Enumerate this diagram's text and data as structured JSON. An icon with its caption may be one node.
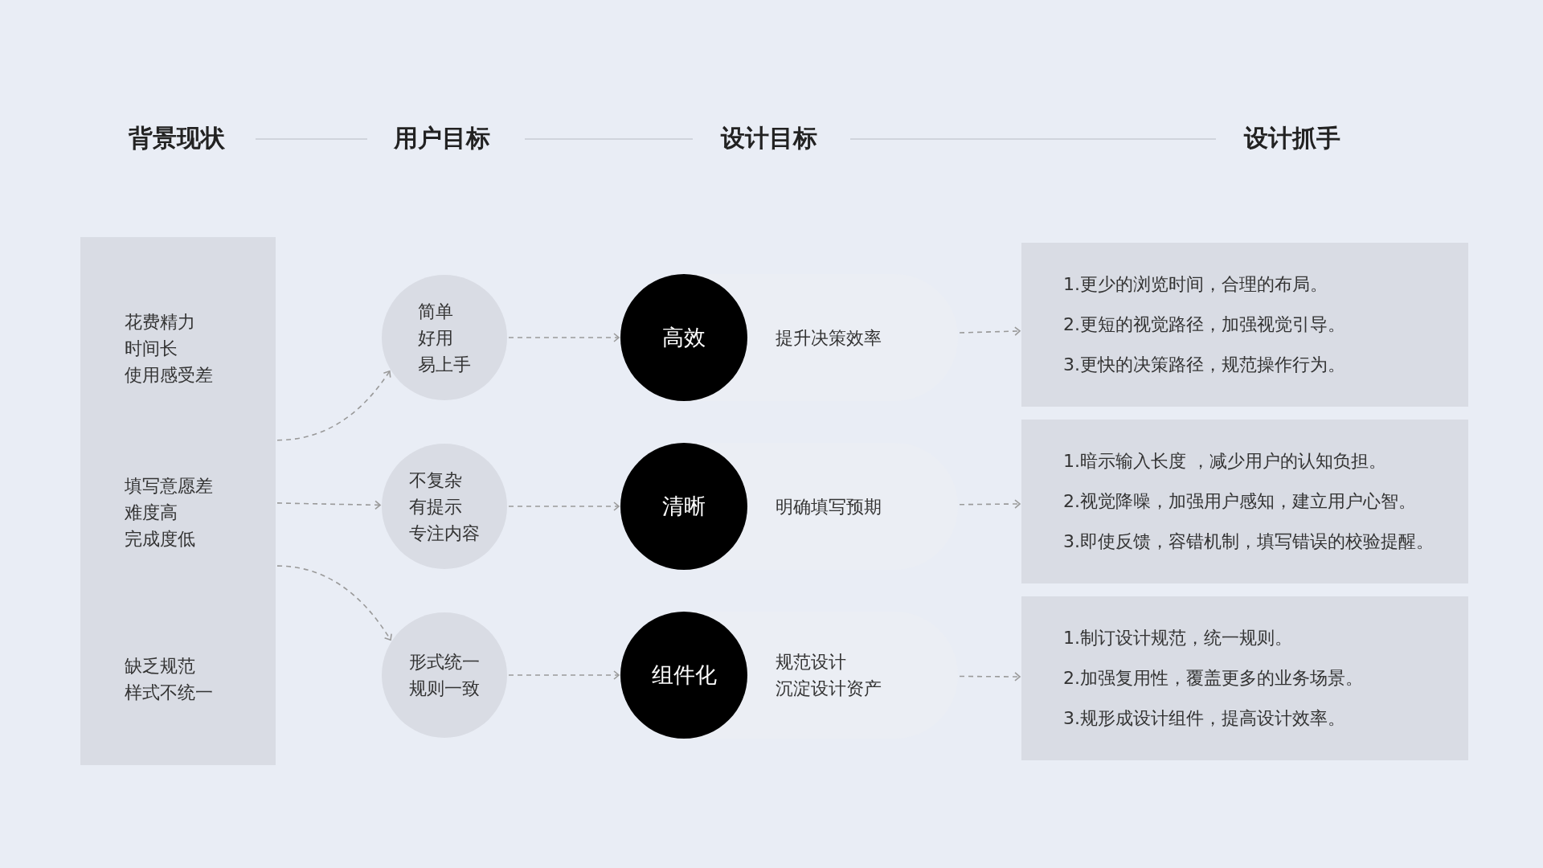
{
  "diagram": {
    "nodes": [
      {
        "text": [
          "花费精力时间长使用感受差",
          "填写意愿差难度高完成度低",
          "缺乏规范样式不统一"
        ]
      },
      {
        "text": [
          "简单好用易上手"
        ]
      },
      {
        "text": [
          "提升决策效率"
        ]
      },
      {
        "text": [
          "高效"
        ],
        "in": 2
      },
      {
        "text": [
          "1.更少的浏览时间，合理的布局。",
          "2.更短的视觉路径，加强视觉引导。",
          "3.更快的决策路径，规范操作行为。"
        ]
      },
      {
        "text": [
          "不复杂有提示专注内容"
        ]
      },
      {
        "text": [
          "明确填写预期"
        ]
      },
      {
        "text": [
          "清晰"
        ],
        "in": 6
      },
      {
        "text": [
          "1.暗示输入长度 ，减少用户的认知负担。",
          "2.视觉降噪，加强用户感知，建立用户心智。",
          "3.即使反馈，容错机制，填写错误的校验提醒。"
        ]
      },
      {
        "text": [
          "形式统一规则一致"
        ]
      },
      {
        "text": [
          "规范设计沉淀设计资产"
        ]
      },
      {
        "text": [
          "组件化"
        ],
        "in": 10
      },
      {
        "text": [
          "1.制订设计规范，统一规则。",
          "2.加强复用性，覆盖更多的业务场景。",
          "3.规形成设计组件，提高设计效率。"
        ]
      }
    ],
    "edges": [
      {
        "from": 0,
        "to": 1,
        "arrow": "to",
        "style": "dashed"
      },
      {
        "from": 0,
        "to": 5,
        "arrow": "to",
        "style": "dashed"
      },
      {
        "from": 0,
        "to": 9,
        "arrow": "to",
        "style": "dashed"
      },
      {
        "from": 1,
        "to": 3,
        "arrow": "to",
        "style": "dashed"
      },
      {
        "from": 2,
        "to": 4,
        "arrow": "to",
        "style": "dashed"
      },
      {
        "from": 5,
        "to": 7,
        "arrow": "to",
        "style": "dashed"
      },
      {
        "from": 6,
        "to": 8,
        "arrow": "to",
        "style": "dashed"
      },
      {
        "from": 9,
        "to": 11,
        "arrow": "to",
        "style": "dashed"
      },
      {
        "from": 10,
        "to": 12,
        "arrow": "to",
        "style": "dashed"
      }
    ],
    "labels": [
      "背景现状",
      "用户目标",
      "设计目标",
      "设计抓手"
    ]
  }
}
